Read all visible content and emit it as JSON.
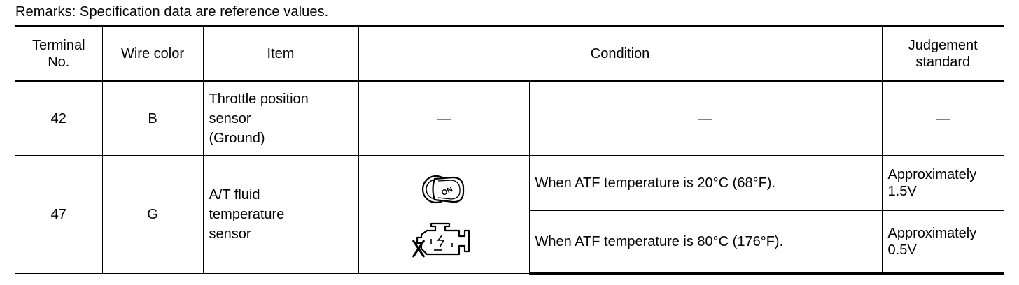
{
  "remarks": "Remarks: Specification data are reference values.",
  "table": {
    "headers": {
      "terminal_line1": "Terminal",
      "terminal_line2": "No.",
      "wire_color": "Wire color",
      "item": "Item",
      "condition": "Condition",
      "judgement_line1": "Judgement",
      "judgement_line2": "standard"
    },
    "rows": [
      {
        "terminal": "42",
        "wire_color": "B",
        "item_line1": "Throttle position",
        "item_line2": "sensor",
        "item_line3": "(Ground)",
        "condition_icon": "—",
        "condition_text": "—",
        "judgement": "—"
      },
      {
        "terminal": "47",
        "wire_color": "G",
        "item_line1": "A/T fluid",
        "item_line2": "temperature",
        "item_line3": "sensor",
        "icons": [
          "ignition-key-on-icon",
          "engine-stopped-icon"
        ],
        "icon_key_label": "ON",
        "conditions": [
          {
            "text": "When ATF temperature is 20°C (68°F).",
            "judgement_line1": "Approximately",
            "judgement_line2": "1.5V"
          },
          {
            "text": "When ATF temperature is 80°C (176°F).",
            "judgement_line1": "Approximately",
            "judgement_line2": "0.5V"
          }
        ]
      }
    ]
  }
}
